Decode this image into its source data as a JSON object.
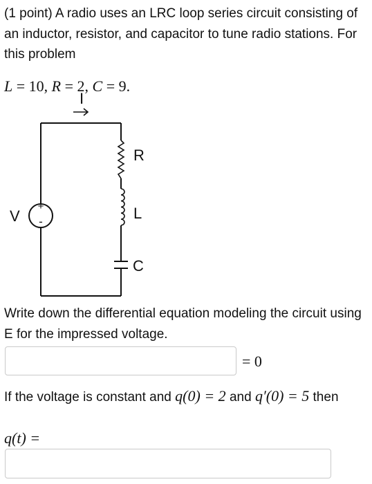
{
  "problem": {
    "intro_text": "(1 point) A radio uses an LRC loop series circuit consisting of an inductor, resistor, and capacitor to tune radio stations. For this problem",
    "params": {
      "L_sym": "L",
      "L_val": "10",
      "R_sym": "R",
      "R_val": "2",
      "C_sym": "C",
      "C_val": "9"
    }
  },
  "circuit": {
    "current_label": "I",
    "resistor_label": "R",
    "inductor_label": "L",
    "capacitor_label": "C",
    "source_label": "V",
    "plus_sign": "+",
    "minus_sign": "-"
  },
  "question1": {
    "text": "Write down the differential equation modeling the circuit using E for the impressed voltage.",
    "input_value": "",
    "equals_zero": "= 0"
  },
  "question2": {
    "text_before": "If the voltage is constant and",
    "cond1": "q(0) = 2",
    "and_text": "and",
    "cond2": "q′(0) = 5",
    "text_after": "then",
    "lhs": "q(t) =",
    "input_value": ""
  }
}
